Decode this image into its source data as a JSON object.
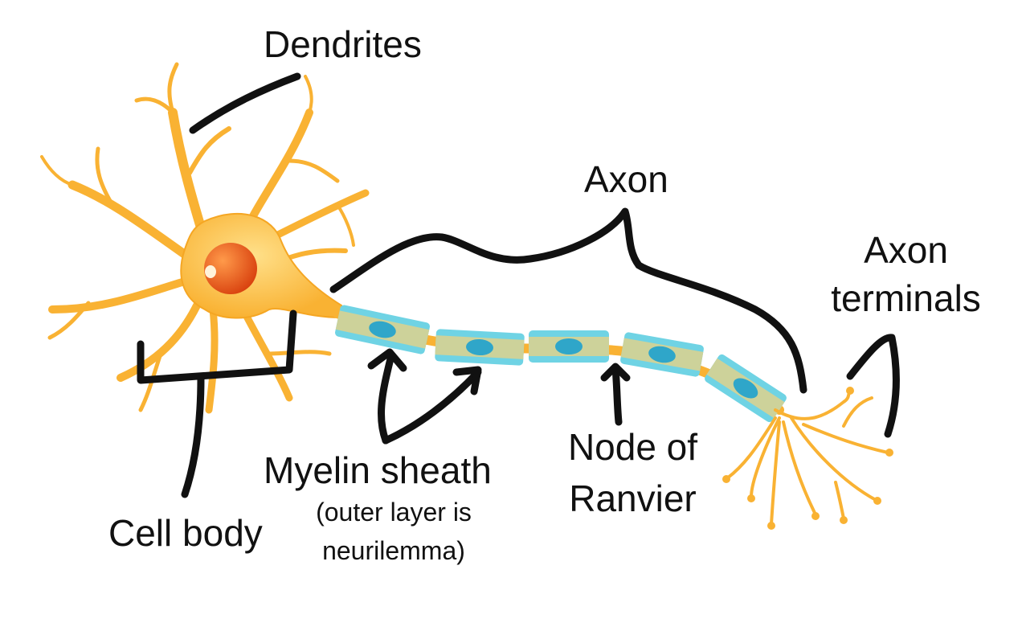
{
  "labels": {
    "dendrites": "Dendrites",
    "axon": "Axon",
    "axon_terminals_line1": "Axon",
    "axon_terminals_line2": "terminals",
    "cell_body": "Cell body",
    "myelin_sheath": "Myelin sheath",
    "myelin_note_line1": "(outer layer is",
    "myelin_note_line2": "neurilemma)",
    "node_line1": "Node of",
    "node_line2": "Ranvier"
  },
  "colors": {
    "neuron_orange": "#f9b233",
    "neuron_light": "#ffd773",
    "nucleus": "#e8541a",
    "myelin_outer": "#6fd3e4",
    "myelin_inner": "#cdd29a",
    "myelin_nucleus": "#2fa6c9",
    "annotation_ink": "#111111"
  }
}
